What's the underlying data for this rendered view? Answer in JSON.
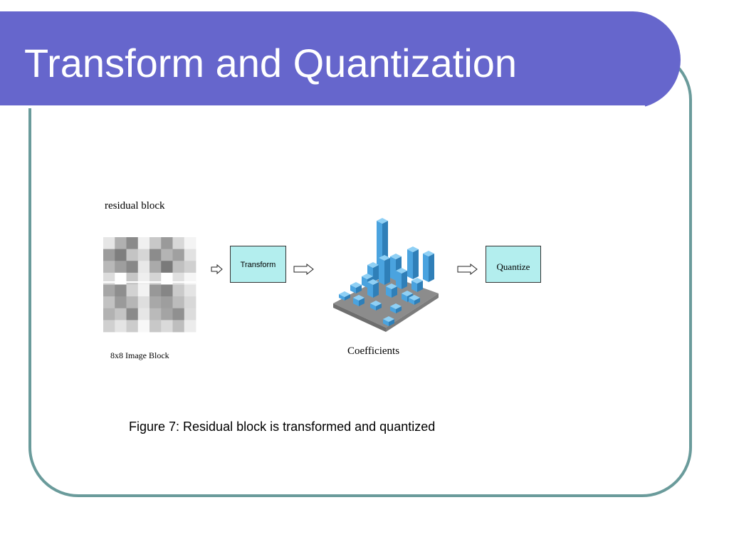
{
  "slide": {
    "title": "Transform and Quantization",
    "colors": {
      "title_bar": "#6666cc",
      "frame": "#6a9b9b",
      "box_fill": "#b3eeee",
      "bar_blue": "#4aa3df",
      "plate": "#8c8c8c"
    }
  },
  "figure": {
    "residual_label": "residual block",
    "block_label": "8x8 Image Block",
    "transform_label": "Transform",
    "coefficients_label": "Coefficients",
    "quantize_label": "Quantize",
    "caption": "Figure 7: Residual block is transformed and quantized"
  },
  "icons": [
    "arrow-right-icon",
    "arrow-right-icon",
    "arrow-right-icon"
  ]
}
